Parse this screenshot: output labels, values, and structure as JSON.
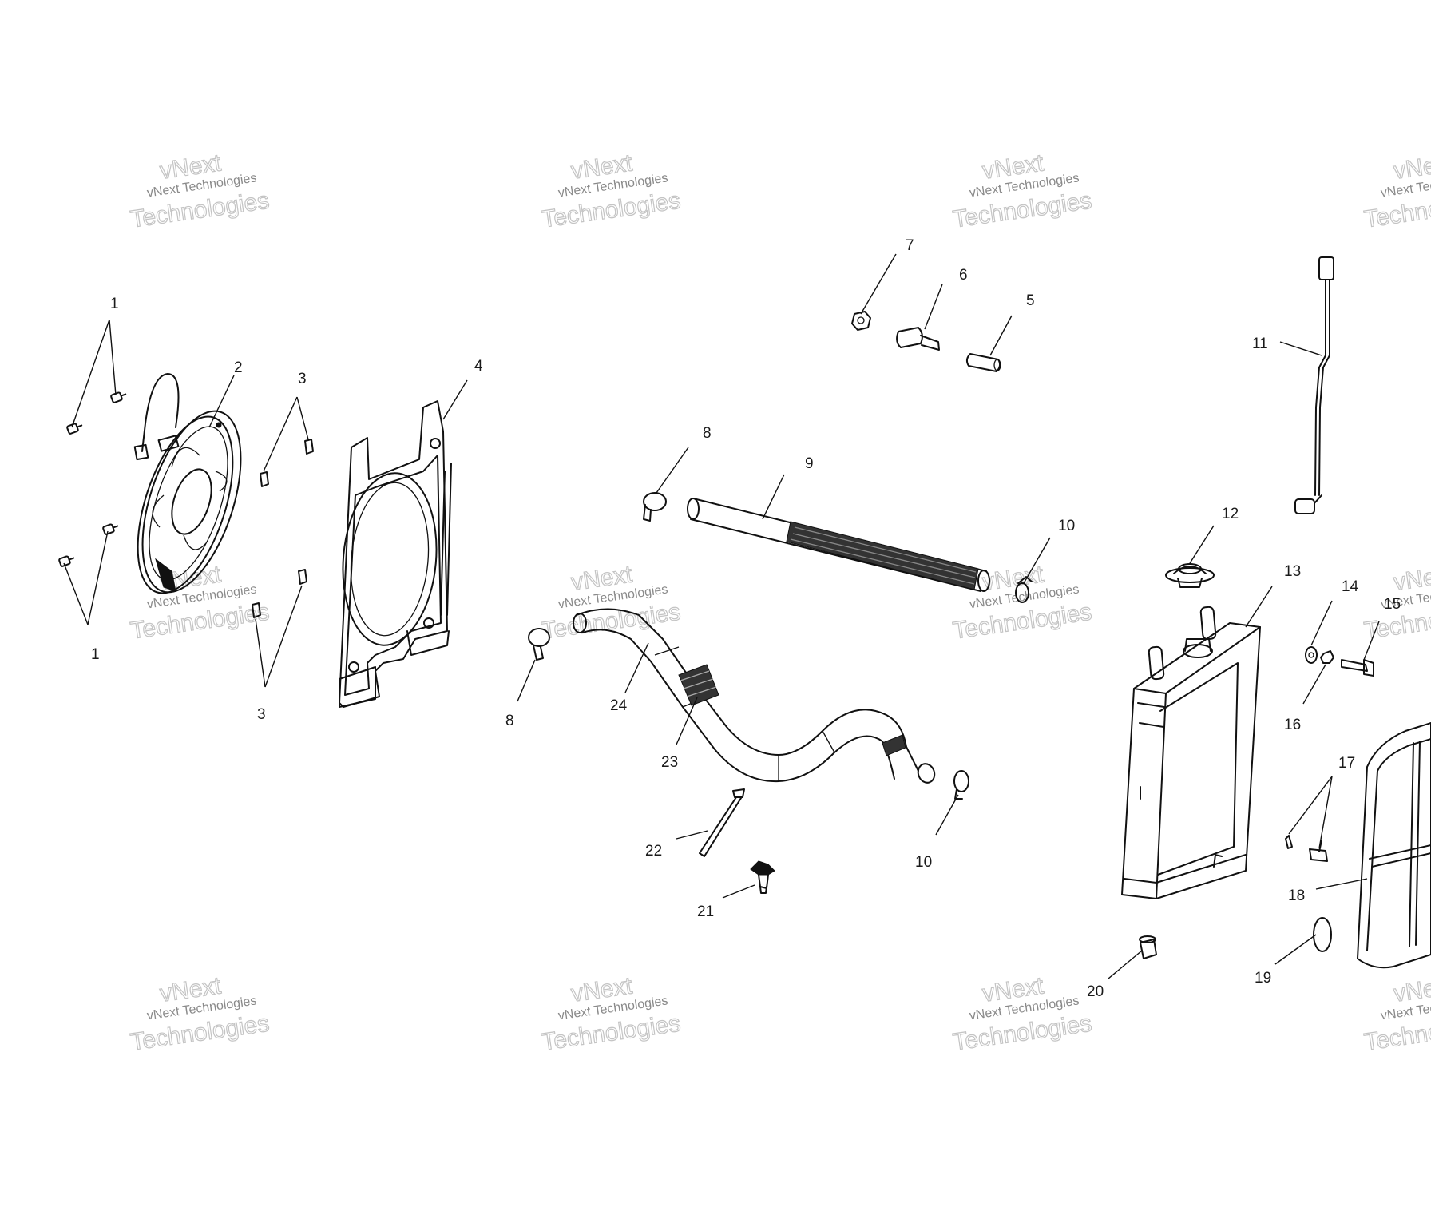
{
  "watermark": {
    "line1": "vNext",
    "line2": "vNext Technologies",
    "line3": "Technologies"
  },
  "callouts": [
    "1",
    "2",
    "3",
    "4",
    "5",
    "6",
    "7",
    "8",
    "9",
    "10",
    "11",
    "12",
    "13",
    "14",
    "15",
    "16",
    "17",
    "18",
    "19",
    "20",
    "21",
    "22",
    "23",
    "24"
  ]
}
